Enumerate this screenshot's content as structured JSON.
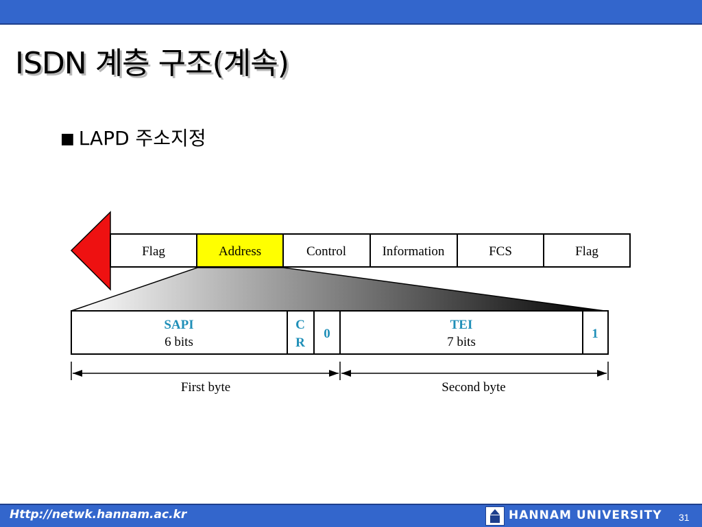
{
  "slide": {
    "title": "ISDN 계층 구조(계속)",
    "bullet_marker": "■",
    "bullet_text": "LAPD 주소지정"
  },
  "frame": {
    "fields": [
      "Flag",
      "Address",
      "Control",
      "Information",
      "FCS",
      "Flag"
    ],
    "highlight": "Address"
  },
  "address_field": {
    "sapi_label": "SAPI",
    "sapi_bits": "6 bits",
    "cr_top": "C",
    "cr_bottom": "R",
    "ea0": "0",
    "tei_label": "TEI",
    "tei_bits": "7 bits",
    "ea1": "1",
    "first_byte": "First byte",
    "second_byte": "Second byte"
  },
  "colors": {
    "accent_blue": "#3366cc",
    "highlight_yellow": "#ffff00",
    "arrow_red": "#ee1111",
    "field_label_blue": "#1f8fb8"
  },
  "footer": {
    "url": "Http://netwk.hannam.ac.kr",
    "university": "HANNAM UNIVERSITY",
    "page": "31"
  }
}
